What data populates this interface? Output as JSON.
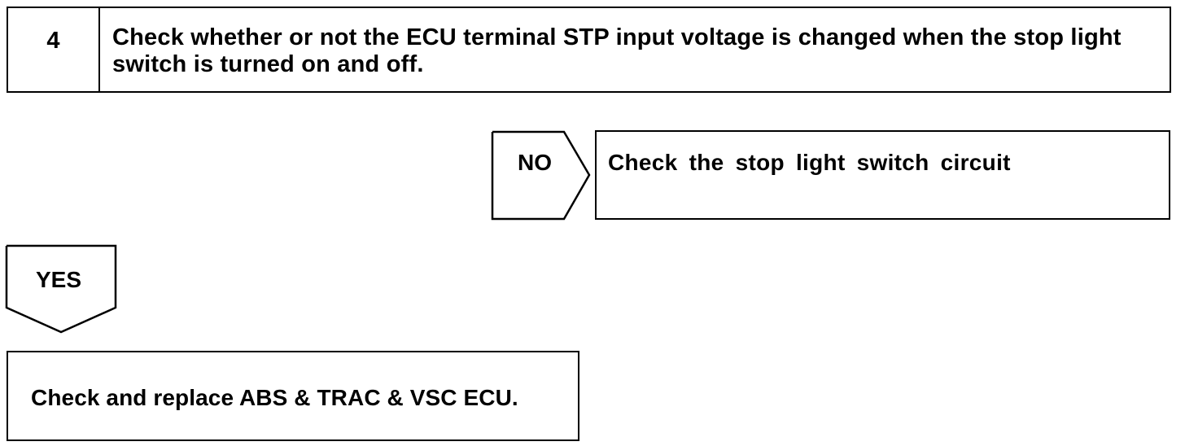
{
  "step": {
    "number": "4",
    "text": "Check whether or not the ECU terminal STP input voltage is changed when the stop light switch is turned on and off."
  },
  "branches": {
    "no": {
      "label": "NO",
      "result": "Check the stop light switch circuit"
    },
    "yes": {
      "label": "YES",
      "result": "Check and replace ABS & TRAC & VSC ECU."
    }
  }
}
